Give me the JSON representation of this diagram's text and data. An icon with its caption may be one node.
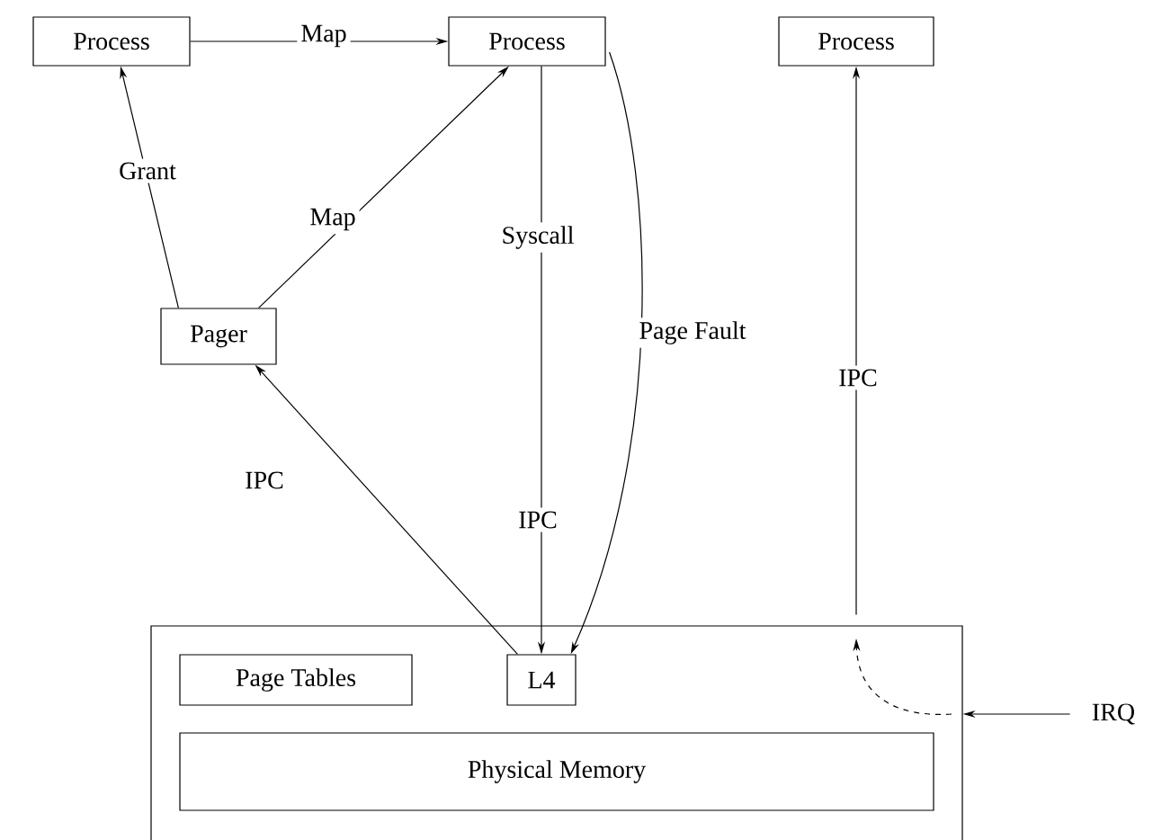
{
  "diagram": {
    "nodes": [
      {
        "text": [
          "Process"
        ]
      },
      {
        "text": [
          "Process"
        ]
      },
      {
        "text": [
          "Process"
        ]
      },
      {
        "text": [
          "Pager"
        ]
      },
      {
        "text": [],
        "shape": "box"
      },
      {
        "text": [
          "Page Tables"
        ],
        "in": 4
      },
      {
        "text": [
          "L4"
        ],
        "in": 4
      },
      {
        "text": [
          "Physical Memory"
        ],
        "in": 4
      },
      {
        "text": [
          "IRQ"
        ]
      }
    ],
    "edges": [
      {
        "from": 0,
        "to": 1,
        "arrow": "to",
        "label": "Map"
      },
      {
        "from": 3,
        "to": 0,
        "arrow": "to",
        "label": "Grant"
      },
      {
        "from": 3,
        "to": 1,
        "arrow": "to",
        "label": "Map"
      },
      {
        "from": 1,
        "to": 6,
        "arrow": "to",
        "label": "Syscall"
      },
      {
        "from": 1,
        "to": 6,
        "arrow": "to",
        "label": "Page Fault"
      },
      {
        "from": 6,
        "to": 3,
        "arrow": "to",
        "label": "IPC"
      },
      {
        "from": 4,
        "to": 2,
        "arrow": "to",
        "label": "IPC"
      },
      {
        "from": 8,
        "to": 4,
        "arrow": "to"
      }
    ],
    "labels": [
      "IPC"
    ]
  }
}
